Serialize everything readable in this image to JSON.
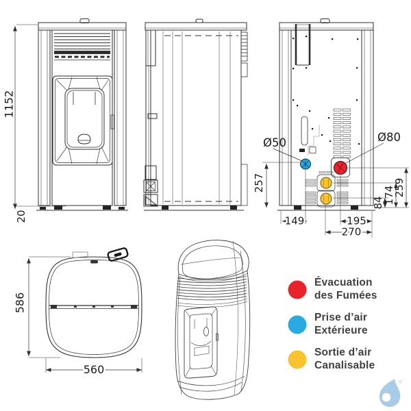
{
  "colors": {
    "smoke_red": "#E8232E",
    "air_blue": "#29ABE2",
    "duct_yellow": "#F7C42F",
    "logo_blue": "#A8CBE6"
  },
  "dimensions": {
    "front": {
      "overall_height": "1152",
      "floor_clearance": "20"
    },
    "rear": {
      "air_intake_diameter": "Ø50",
      "flue_diameter": "Ø80",
      "intake_height": "257",
      "intake_offset": "149",
      "flue_offset": "195",
      "duct_offset": "270",
      "duct_lower_height": "84",
      "duct_upper_height": "174",
      "flue_height": "259"
    },
    "top": {
      "depth": "586",
      "width": "560"
    }
  },
  "legend": {
    "items": [
      {
        "line1": "Évacuation",
        "line2": "des Fumées"
      },
      {
        "line1": "Prise d’air",
        "line2": "Extérieure"
      },
      {
        "line1": "Sortie d’air",
        "line2": "Canalisable"
      }
    ]
  },
  "logo": {
    "registered_mark": "®"
  }
}
